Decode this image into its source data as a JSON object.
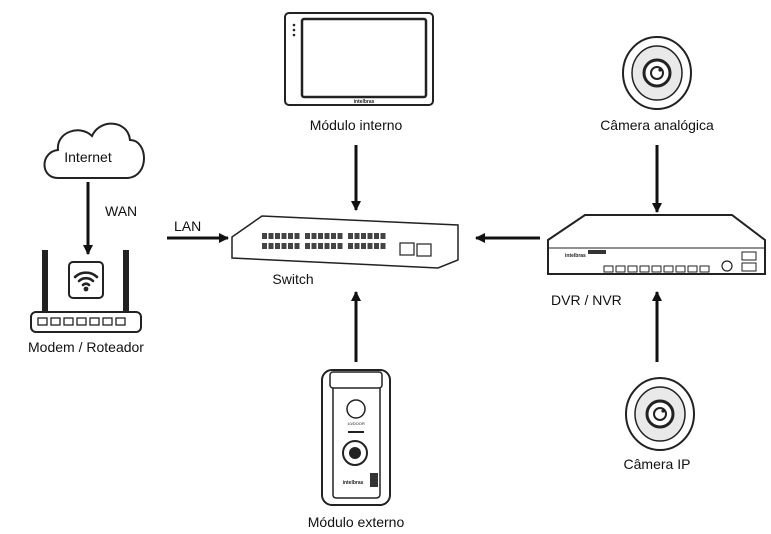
{
  "nodes": {
    "internet": "Internet",
    "wan": "WAN",
    "lan": "LAN",
    "router": "Modem / Roteador",
    "switch": "Switch",
    "internal_module": "Módulo interno",
    "external_module": "Módulo externo",
    "dvr": "DVR / NVR",
    "analog_camera": "Câmera analógica",
    "ip_camera": "Câmera IP"
  },
  "brand": "intelbras",
  "external_module_button": "10/DOOR"
}
